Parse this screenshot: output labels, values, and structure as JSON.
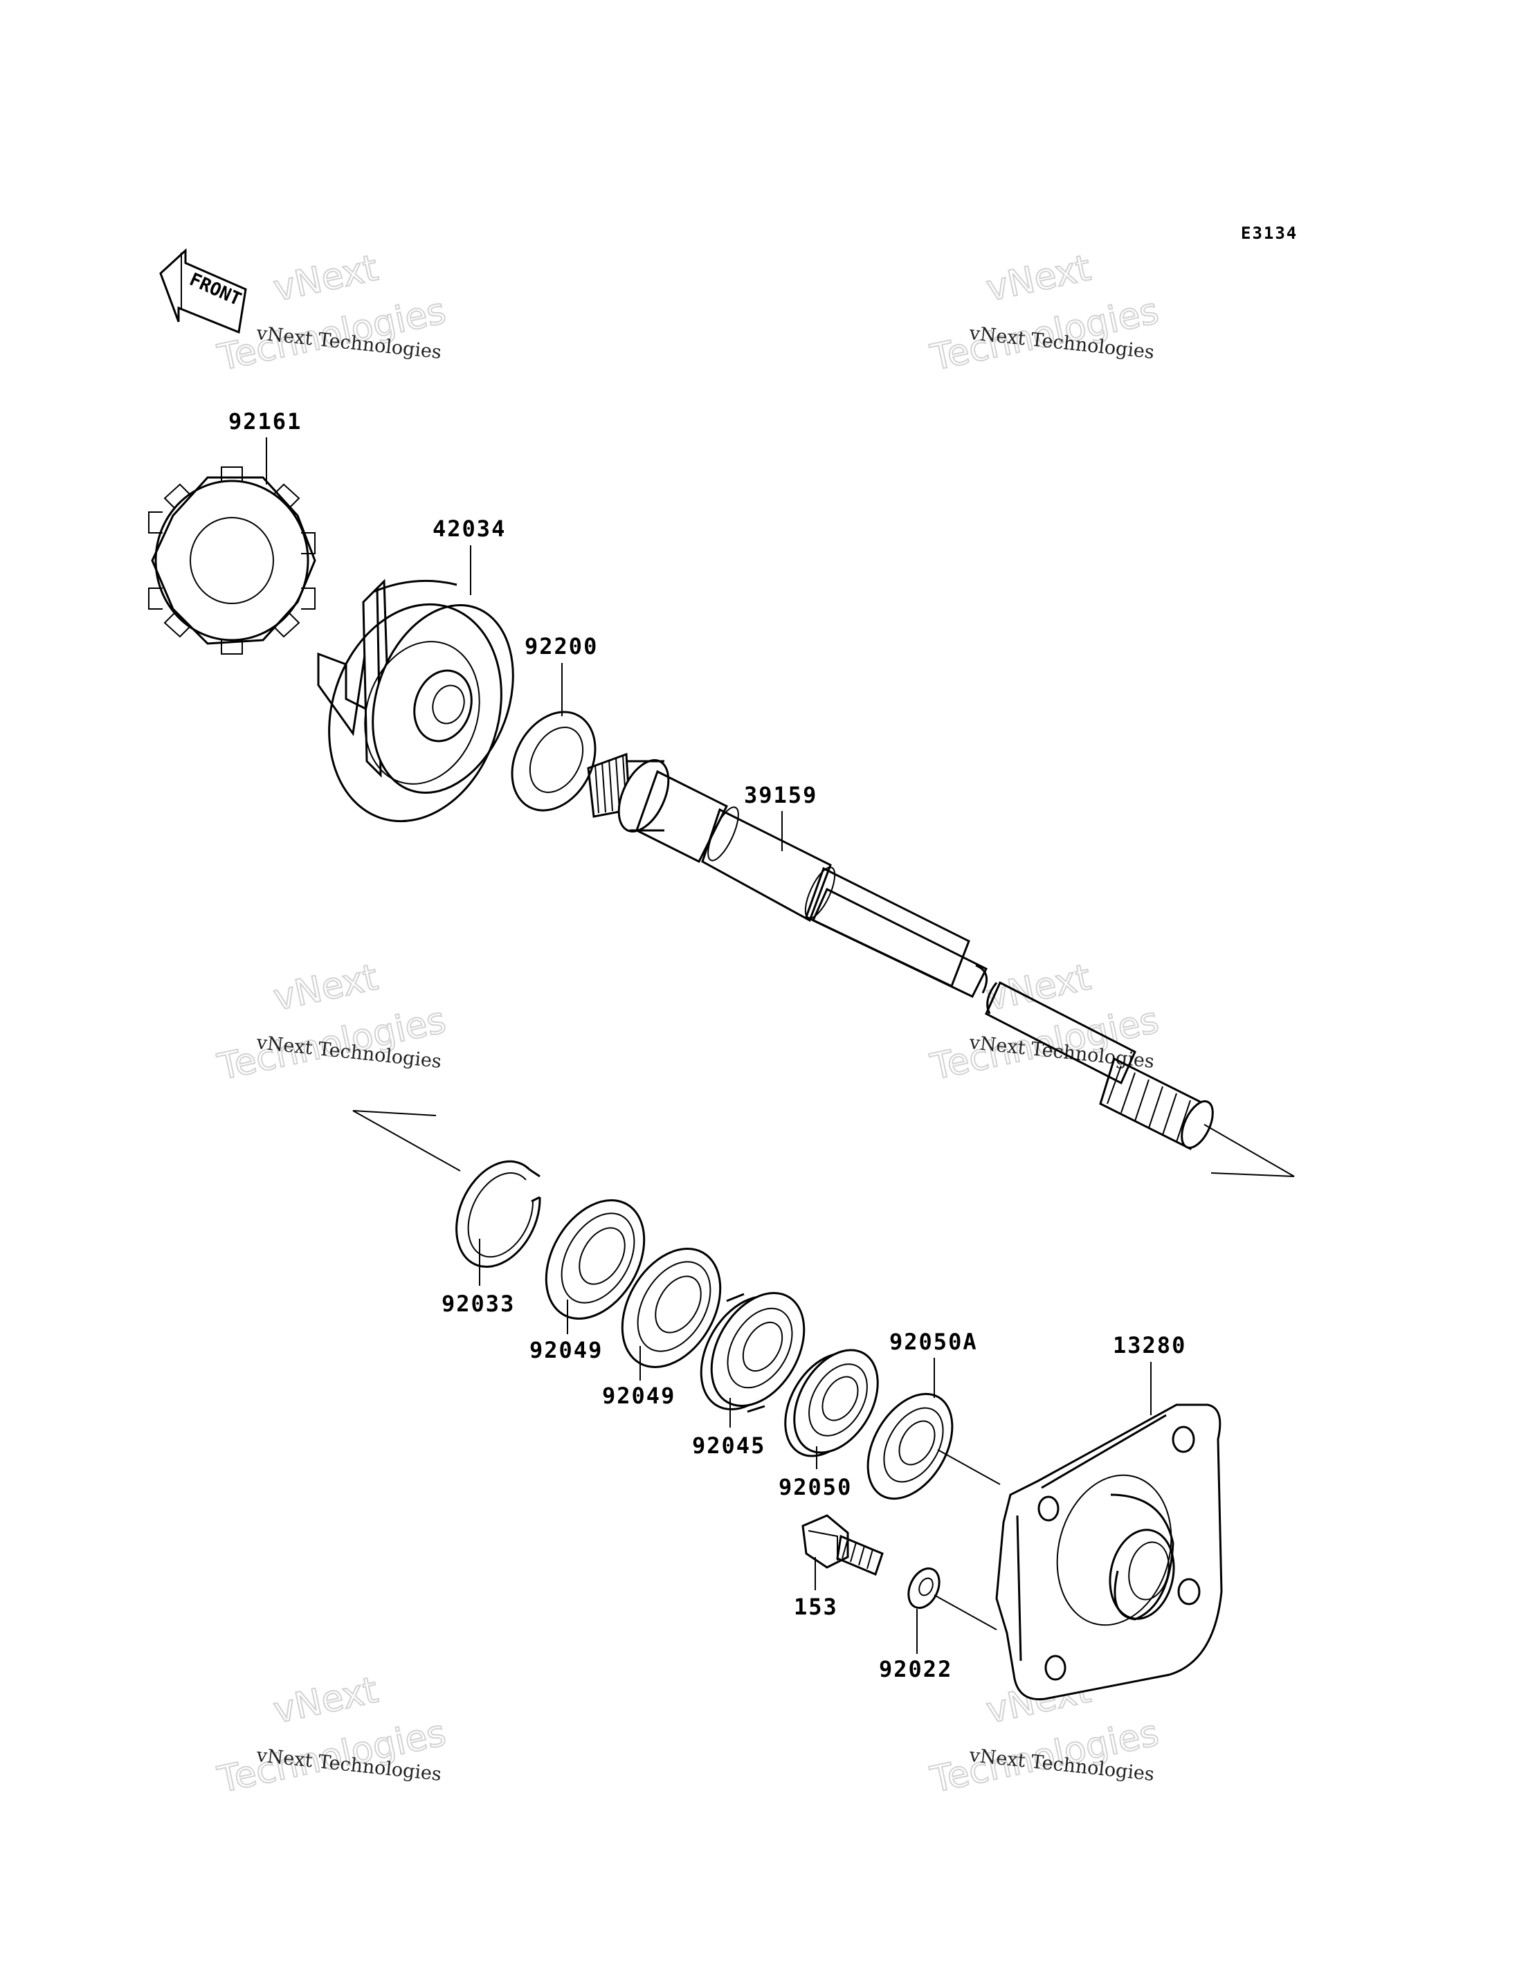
{
  "diagram_code": "E3134",
  "front_label": "FRONT",
  "watermark": {
    "line1": "vNext Technologies",
    "big_line1": "vNext",
    "big_line2": "Technologies"
  },
  "parts": [
    {
      "id": "92161",
      "label": "92161"
    },
    {
      "id": "42034",
      "label": "42034"
    },
    {
      "id": "92200",
      "label": "92200"
    },
    {
      "id": "39159",
      "label": "39159"
    },
    {
      "id": "92033",
      "label": "92033"
    },
    {
      "id": "92049a",
      "label": "92049"
    },
    {
      "id": "92049b",
      "label": "92049"
    },
    {
      "id": "92045",
      "label": "92045"
    },
    {
      "id": "92050",
      "label": "92050"
    },
    {
      "id": "92050A",
      "label": "92050A"
    },
    {
      "id": "13280",
      "label": "13280"
    },
    {
      "id": "153",
      "label": "153"
    },
    {
      "id": "92022",
      "label": "92022"
    }
  ]
}
